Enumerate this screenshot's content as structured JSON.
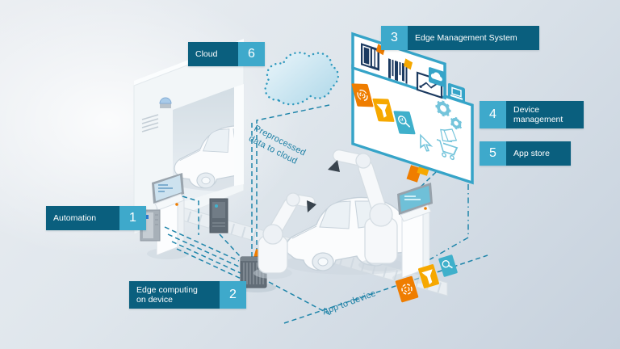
{
  "labels": {
    "automation": {
      "number": "1",
      "text": "Automation"
    },
    "edge_computing": {
      "number": "2",
      "text": "Edge computing\non device"
    },
    "ems": {
      "number": "3",
      "text": "Edge Management System"
    },
    "device_management": {
      "number": "4",
      "text": "Device\nmanagement"
    },
    "app_store": {
      "number": "5",
      "text": "App store"
    },
    "cloud": {
      "number": "6",
      "text": "Cloud"
    }
  },
  "annotations": {
    "preprocessed_data": "Preprocessed\ndata to cloud",
    "app_to_device": "App to device"
  },
  "screen": {
    "icons": [
      "device-panel",
      "barcode",
      "analytics-chart",
      "fingerprint-app",
      "funnel-app",
      "search-app",
      "gears",
      "cursor",
      "app-cart",
      "cloud-tab",
      "laptop-tab"
    ]
  },
  "colors": {
    "label_dark": "#0A5F7E",
    "label_number": "#3EA9CB",
    "dashed_line": "#1F85AA",
    "annotation_text": "#1C7FA4",
    "screen_border": "#36A4C8",
    "icon_navy": "#1C3A60",
    "app_orange": "#EF7D00",
    "app_amber": "#F6A800",
    "app_teal": "#3FB0CB",
    "icon_light_teal": "#74C4DB"
  }
}
